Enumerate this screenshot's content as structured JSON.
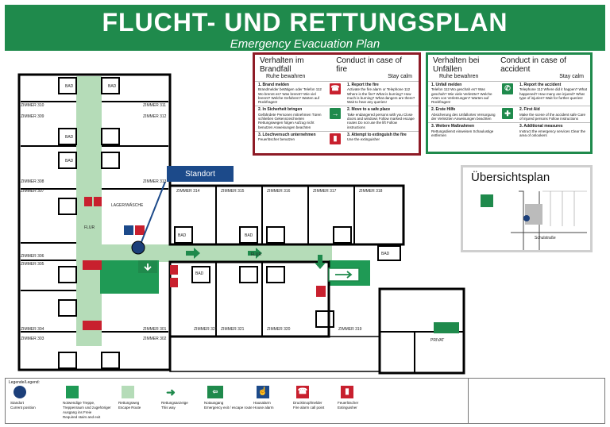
{
  "header": {
    "title": "FLUCHT- UND RETTUNGSPLAN",
    "subtitle": "Emergency Evacuation Plan"
  },
  "fire": {
    "title_de": "Verhalten im Brandfall",
    "title_en": "Conduct in case of fire",
    "calm_de": "Ruhe bewahren",
    "calm_en": "Stay calm",
    "rows": [
      {
        "de_title": "1. Brand melden",
        "de": "Brandmelder betätigen oder Telefon 112 Wo brennt es? Was brennt? Wie viel brennt? Welche Gefahren? Warten auf Rückfragen!",
        "en_title": "1. Report the fire",
        "en": "Activate the fire alarm or Telephone 112 Where is the fire? What is burning? How much is burning? What dangers are there? Wait to hear any queries!",
        "icon": "fire-alarm-icon"
      },
      {
        "de_title": "2. In Sicherheit bringen",
        "de": "Gefährdete Personen mitnehmen Türen schließen Gekennzeichneten Rettungswegen folgen Aufzug nicht benutzen Anweisungen beachten",
        "en_title": "2. Move to a safe place",
        "en": "Take endangered persons with you Close doors and windows Follow marked escape routes Do not use the lift Follow instructions",
        "icon": "exit-arrow-icon"
      },
      {
        "de_title": "3. Löschversuch unternehmen",
        "de": "Feuerlöscher benutzen",
        "en_title": "3. Attempt to extinguish the fire",
        "en": "Use the extinguisher",
        "icon": "extinguisher-icon"
      }
    ]
  },
  "accident": {
    "title_de": "Verhalten bei Unfällen",
    "title_en": "Conduct in case of accident",
    "calm_de": "Ruhe bewahren",
    "calm_en": "Stay calm",
    "rows": [
      {
        "de_title": "1. Unfall melden",
        "de": "Telefon 112 Wo geschah es? Was geschah? Wie viele Verletzte? Welche Arten von Verletzungen? Warten auf Rückfragen!",
        "en_title": "1. Report the accident",
        "en": "Telephone 112 Where did it happen? What happened? How many are injured? What type of injuries? Wait for further queries!",
        "icon": "phone-icon"
      },
      {
        "de_title": "2. Erste Hilfe",
        "de": "Absicherung des Unfallortes Versorgung der Verletzten Anweisungen beachten",
        "en_title": "2. First Aid",
        "en": "Make the scene of the accident safe Care of injured persons Follow instructions",
        "icon": "first-aid-icon"
      },
      {
        "de_title": "3. Weitere Maßnahmen",
        "de": "Rettungsdienst einweisen Schaulustige entfernen",
        "en_title": "3. Additional measures",
        "en": "Instruct the emergency services Clear the area of onlookers",
        "icon": "none"
      }
    ]
  },
  "overview": {
    "title": "Übersichtsplan",
    "street": "Schulstraße"
  },
  "plan": {
    "standort": "Standort",
    "rooms": {
      "z310": "ZIMMER 310",
      "z311": "ZIMMER 311",
      "z309": "ZIMMER 309",
      "z312": "ZIMMER 312",
      "z308": "ZIMMER 308",
      "z313": "ZIMMER 313",
      "z307": "ZIMMER 307",
      "z306": "ZIMMER 306",
      "z305": "ZIMMER 305",
      "z304": "ZIMMER 304",
      "z303": "ZIMMER 303",
      "z302": "ZIMMER 302",
      "z301": "ZIMMER 301",
      "z314": "ZIMMER 314",
      "z315": "ZIMMER 315",
      "z316": "ZIMMER 316",
      "z317": "ZIMMER 317",
      "z318": "ZIMMER 318",
      "z319": "ZIMMER 319",
      "z320": "ZIMMER 320",
      "z321": "ZIMMER 321",
      "z322": "ZIMMER 322",
      "lager": "LAGER/WÄSCHE",
      "privat": "PRIVAT",
      "bad": "BAD",
      "flur": "FLUR"
    }
  },
  "legend": {
    "title": "Legende/Legend:",
    "items": [
      {
        "de": "Standort",
        "en": "Current position",
        "icon": "position-dot-icon",
        "color": "#1c3f7a"
      },
      {
        "de": "Notwendige Treppe, Treppenraum und zugehöriger Ausgang ins Freie",
        "en": "Required stairs and exit",
        "icon": "stairs-square-icon",
        "color": "#1f9a55"
      },
      {
        "de": "Rettungsweg",
        "en": "Escape Route",
        "icon": "escape-route-icon",
        "color": "#b5dcb8"
      },
      {
        "de": "Rettungsanzeige",
        "en": "This way",
        "icon": "arrow-right-icon",
        "color": "#1f8a4c"
      },
      {
        "de": "Notausgang",
        "en": "Emergency exit / escape route",
        "icon": "exit-sign-icon",
        "color": "#1f8a4c"
      },
      {
        "de": "Hausalarm",
        "en": "House alarm",
        "icon": "house-alarm-icon",
        "color": "#1c4a8a"
      },
      {
        "de": "Druckknopfmelder",
        "en": "Fire alarm call point",
        "icon": "call-point-icon",
        "color": "#c8202e"
      },
      {
        "de": "Feuerlöscher",
        "en": "Extinguisher",
        "icon": "extinguisher-icon",
        "color": "#c8202e"
      }
    ]
  },
  "colors": {
    "brand_green": "#1f8a4c",
    "fire_red": "#8e1b26",
    "escape_route": "#b5dcb8",
    "standort_blue": "#1c4a8a"
  }
}
